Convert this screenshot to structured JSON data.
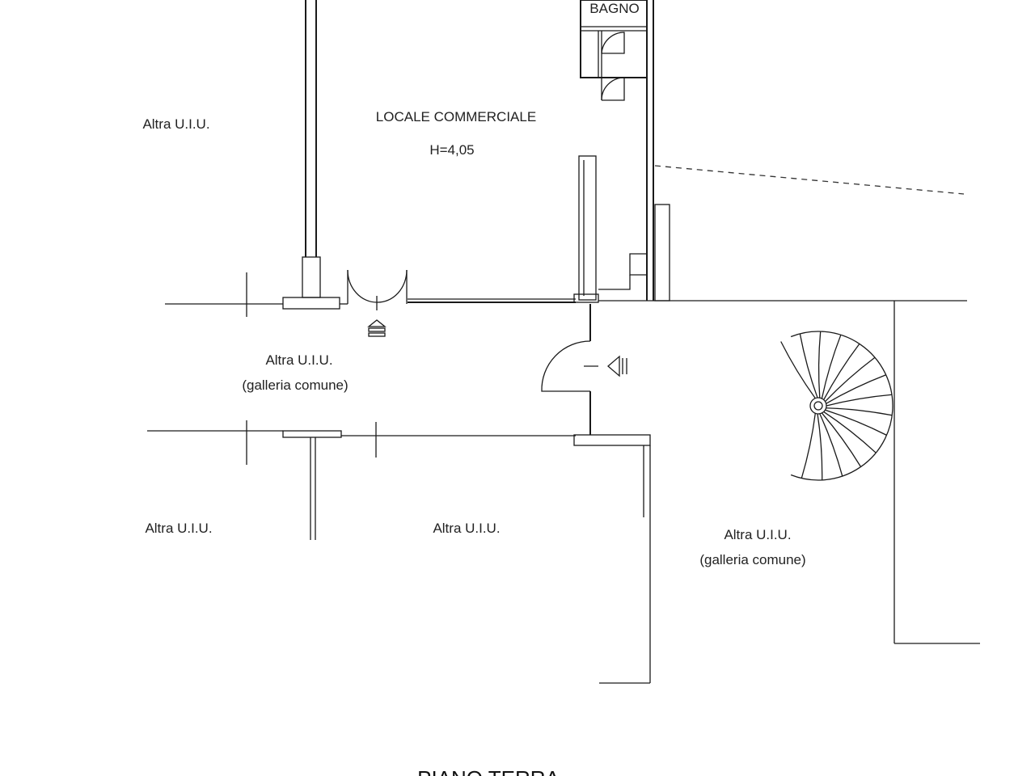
{
  "rooms": {
    "bagno": "BAGNO",
    "locale": "LOCALE COMMERCIALE",
    "height": "H=4,05",
    "altra_top_left": "Altra U.I.U.",
    "altra_gallery_1": "Altra U.I.U.",
    "gallery_1_sub": "(galleria comune)",
    "altra_bottom_left": "Altra U.I.U.",
    "altra_bottom_middle": "Altra U.I.U.",
    "altra_gallery_2": "Altra U.I.U.",
    "gallery_2_sub": "(galleria comune)"
  },
  "floor": {
    "title": "PIANO TERRA"
  },
  "symbols": {
    "entrance_marker": "entrance-arrow-icon",
    "access_arrow": "access-arrow-icon",
    "stair": "spiral-staircase"
  }
}
